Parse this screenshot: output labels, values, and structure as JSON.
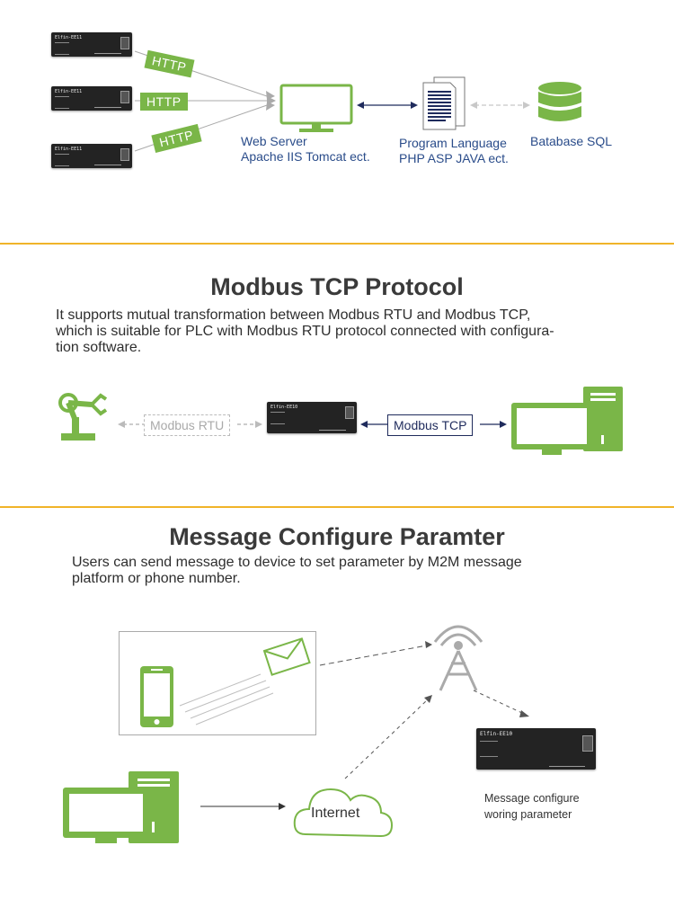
{
  "section1": {
    "http_tags": [
      "HTTP",
      "HTTP",
      "HTTP"
    ],
    "web_server": {
      "line1": "Web Server",
      "line2": "Apache IIS Tomcat ect."
    },
    "program_language": {
      "line1": "Program Language",
      "line2": "PHP ASP JAVA ect."
    },
    "database": {
      "line1": "Batabase SQL"
    },
    "device_brand": "Elfin-EE11"
  },
  "section2": {
    "title": "Modbus TCP Protocol",
    "desc_lines": [
      "It supports mutual transformation between Modbus RTU and Modbus TCP,",
      "which is suitable for PLC with Modbus RTU protocol connected with configura-",
      "tion software."
    ],
    "modbus_rtu_label": "Modbus RTU",
    "modbus_tcp_label": "Modbus TCP",
    "device_brand": "Elfin-EE10"
  },
  "section3": {
    "title": "Message Configure Paramter",
    "desc_lines": [
      "Users can send message to device to set parameter by M2M message",
      "platform or phone number."
    ],
    "internet_label": "Internet",
    "caption_line1": "Message configure",
    "caption_line2": "woring parameter",
    "device_brand": "Elfin-EE10"
  },
  "colors": {
    "green": "#7ab648",
    "navy": "#1f2b5c",
    "divider": "#f0b429",
    "label_blue": "#2a4c8a"
  }
}
